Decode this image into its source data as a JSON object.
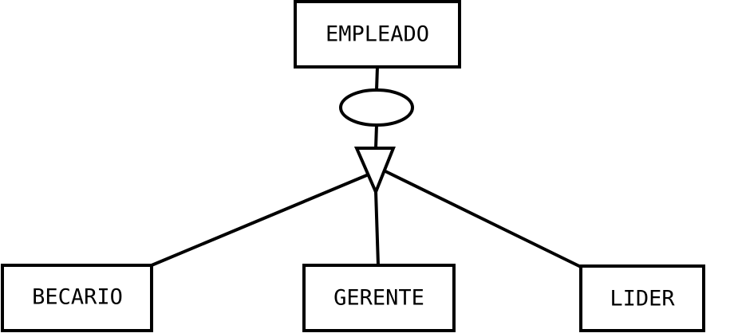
{
  "diagram": {
    "parent": {
      "label": "EMPLEADO"
    },
    "children": [
      {
        "label": "BECARIO"
      },
      {
        "label": "GERENTE"
      },
      {
        "label": "LIDER"
      }
    ]
  },
  "colors": {
    "stroke": "#000000",
    "fill": "#ffffff"
  }
}
